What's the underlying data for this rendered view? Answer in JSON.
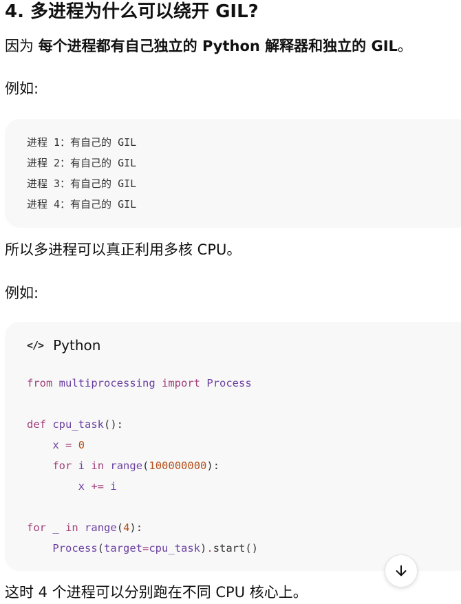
{
  "heading": "4. 多进程为什么可以绕开 GIL?",
  "intro": {
    "prefix": "因为 ",
    "bold": "每个进程都有自己独立的 Python 解释器和独立的 GIL",
    "suffix": "。"
  },
  "example_label_1": "例如:",
  "plain_code_lines": [
    "进程 1：有自己的 GIL",
    "进程 2：有自己的 GIL",
    "进程 3：有自己的 GIL",
    "进程 4：有自己的 GIL"
  ],
  "summary": "所以多进程可以真正利用多核 CPU。",
  "example_label_2": "例如:",
  "code_block": {
    "icon": "</>",
    "language": "Python"
  },
  "code": {
    "l1": {
      "kw1": "from",
      "mod": "multiprocessing",
      "kw2": "import",
      "cls": "Process"
    },
    "l3": {
      "kw": "def",
      "fn": "cpu_task",
      "rest": "():"
    },
    "l4": {
      "var": "x",
      "op": "=",
      "num": "0"
    },
    "l5": {
      "kw1": "for",
      "var": "i",
      "kw2": "in",
      "fn": "range",
      "p1": "(",
      "num": "100000000",
      "p2": "):"
    },
    "l6": {
      "var": "x",
      "op": "+=",
      "var2": "i"
    },
    "l8": {
      "kw1": "for",
      "var": "_",
      "kw2": "in",
      "fn": "range",
      "p1": "(",
      "num": "4",
      "p2": "):"
    },
    "l9": {
      "cls": "Process",
      "p1": "(",
      "arg": "target",
      "op": "=",
      "val": "cpu_task",
      "p2": ")",
      "dot": ".",
      "meth": "start()"
    }
  },
  "conclusion": "这时 4 个进程可以分别跑在不同 CPU 核心上。",
  "icons": {
    "scroll_down": "arrow-down-icon"
  }
}
